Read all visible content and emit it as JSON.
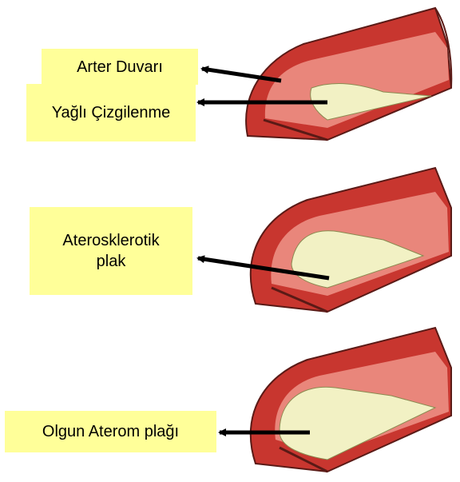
{
  "labels": {
    "artery_wall": "Arter Duvarı",
    "fatty_streak": "Yağlı Çizgilenme",
    "plaque_line1": "Aterosklerotik",
    "plaque_line2": "plak",
    "mature_atheroma": "Olgun Aterom plağı"
  },
  "colors": {
    "label_background": "#ffff99",
    "artery_outer": "#c8362f",
    "artery_lumen": "#e9867b",
    "fatty_deposit": "#f2f1c4",
    "arrow": "#000000"
  }
}
